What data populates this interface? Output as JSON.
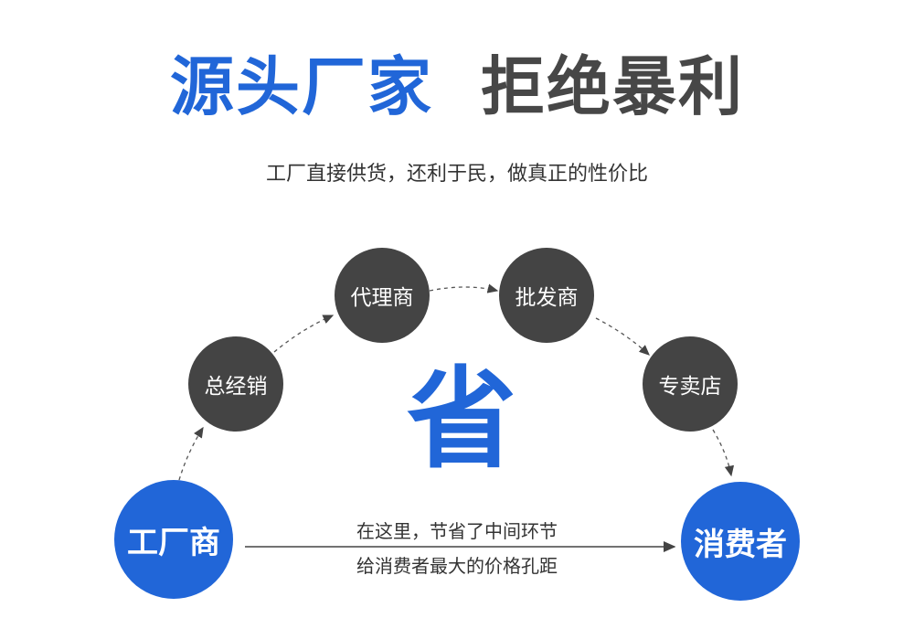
{
  "header": {
    "title_blue": "源头厂家",
    "title_gray": "拒绝暴利",
    "subtitle": "工厂直接供货，还利于民，做真正的性价比"
  },
  "nodes": {
    "factory": "工厂商",
    "distributor": "总经销",
    "agent": "代理商",
    "wholesaler": "批发商",
    "store": "专卖店",
    "consumer": "消费者"
  },
  "center_char": "省",
  "note": {
    "line1": "在这里，节省了中间环节",
    "line2": "给消费者最大的价格孔距"
  },
  "colors": {
    "blue": "#2166d8",
    "gray": "#444444"
  }
}
